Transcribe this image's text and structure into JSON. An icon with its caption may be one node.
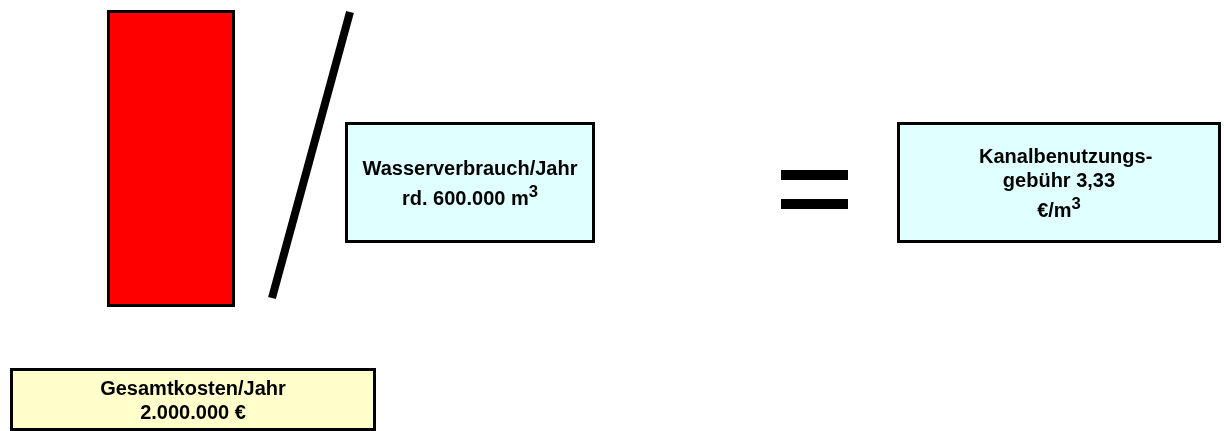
{
  "diagram": {
    "nodes": [
      {
        "text": [],
        "shape": "bar"
      },
      {
        "text": [
          "Wasserverbrauch/Jahr rd. 600.000 m$^{3}$"
        ]
      },
      {
        "text": [
          "Kanalbenutzungs- gebühr 3,33 €/m$^{3}$"
        ]
      },
      {
        "text": [
          "Gesamtkosten/Jahr 2.000.000 €"
        ]
      }
    ]
  }
}
